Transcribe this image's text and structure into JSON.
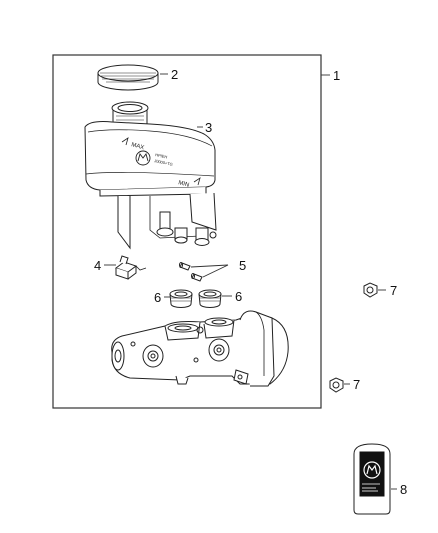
{
  "callouts": {
    "c1": "1",
    "c2": "2",
    "c3": "3",
    "c4": "4",
    "c5": "5",
    "c6a": "6",
    "c6b": "6",
    "c7a": "7",
    "c7b": "7",
    "c8": "8"
  },
  "reservoir": {
    "max_label": "MAX",
    "min_label": "MIN",
    "text_line1": "HPIEH",
    "text_line2": "J0000+TG"
  }
}
